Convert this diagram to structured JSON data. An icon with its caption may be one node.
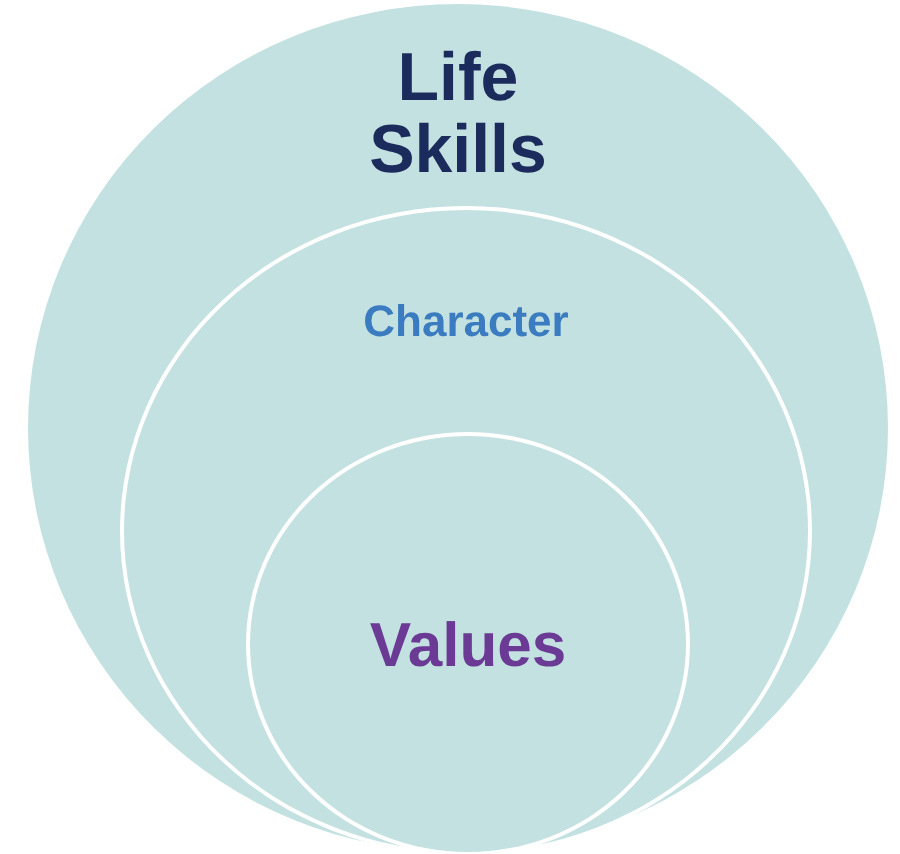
{
  "diagram": {
    "nodes": [
      {
        "text": [
          "Life Skills"
        ]
      },
      {
        "text": [
          "Character"
        ],
        "in": 0
      },
      {
        "text": [
          "Values"
        ],
        "in": 1
      }
    ]
  }
}
